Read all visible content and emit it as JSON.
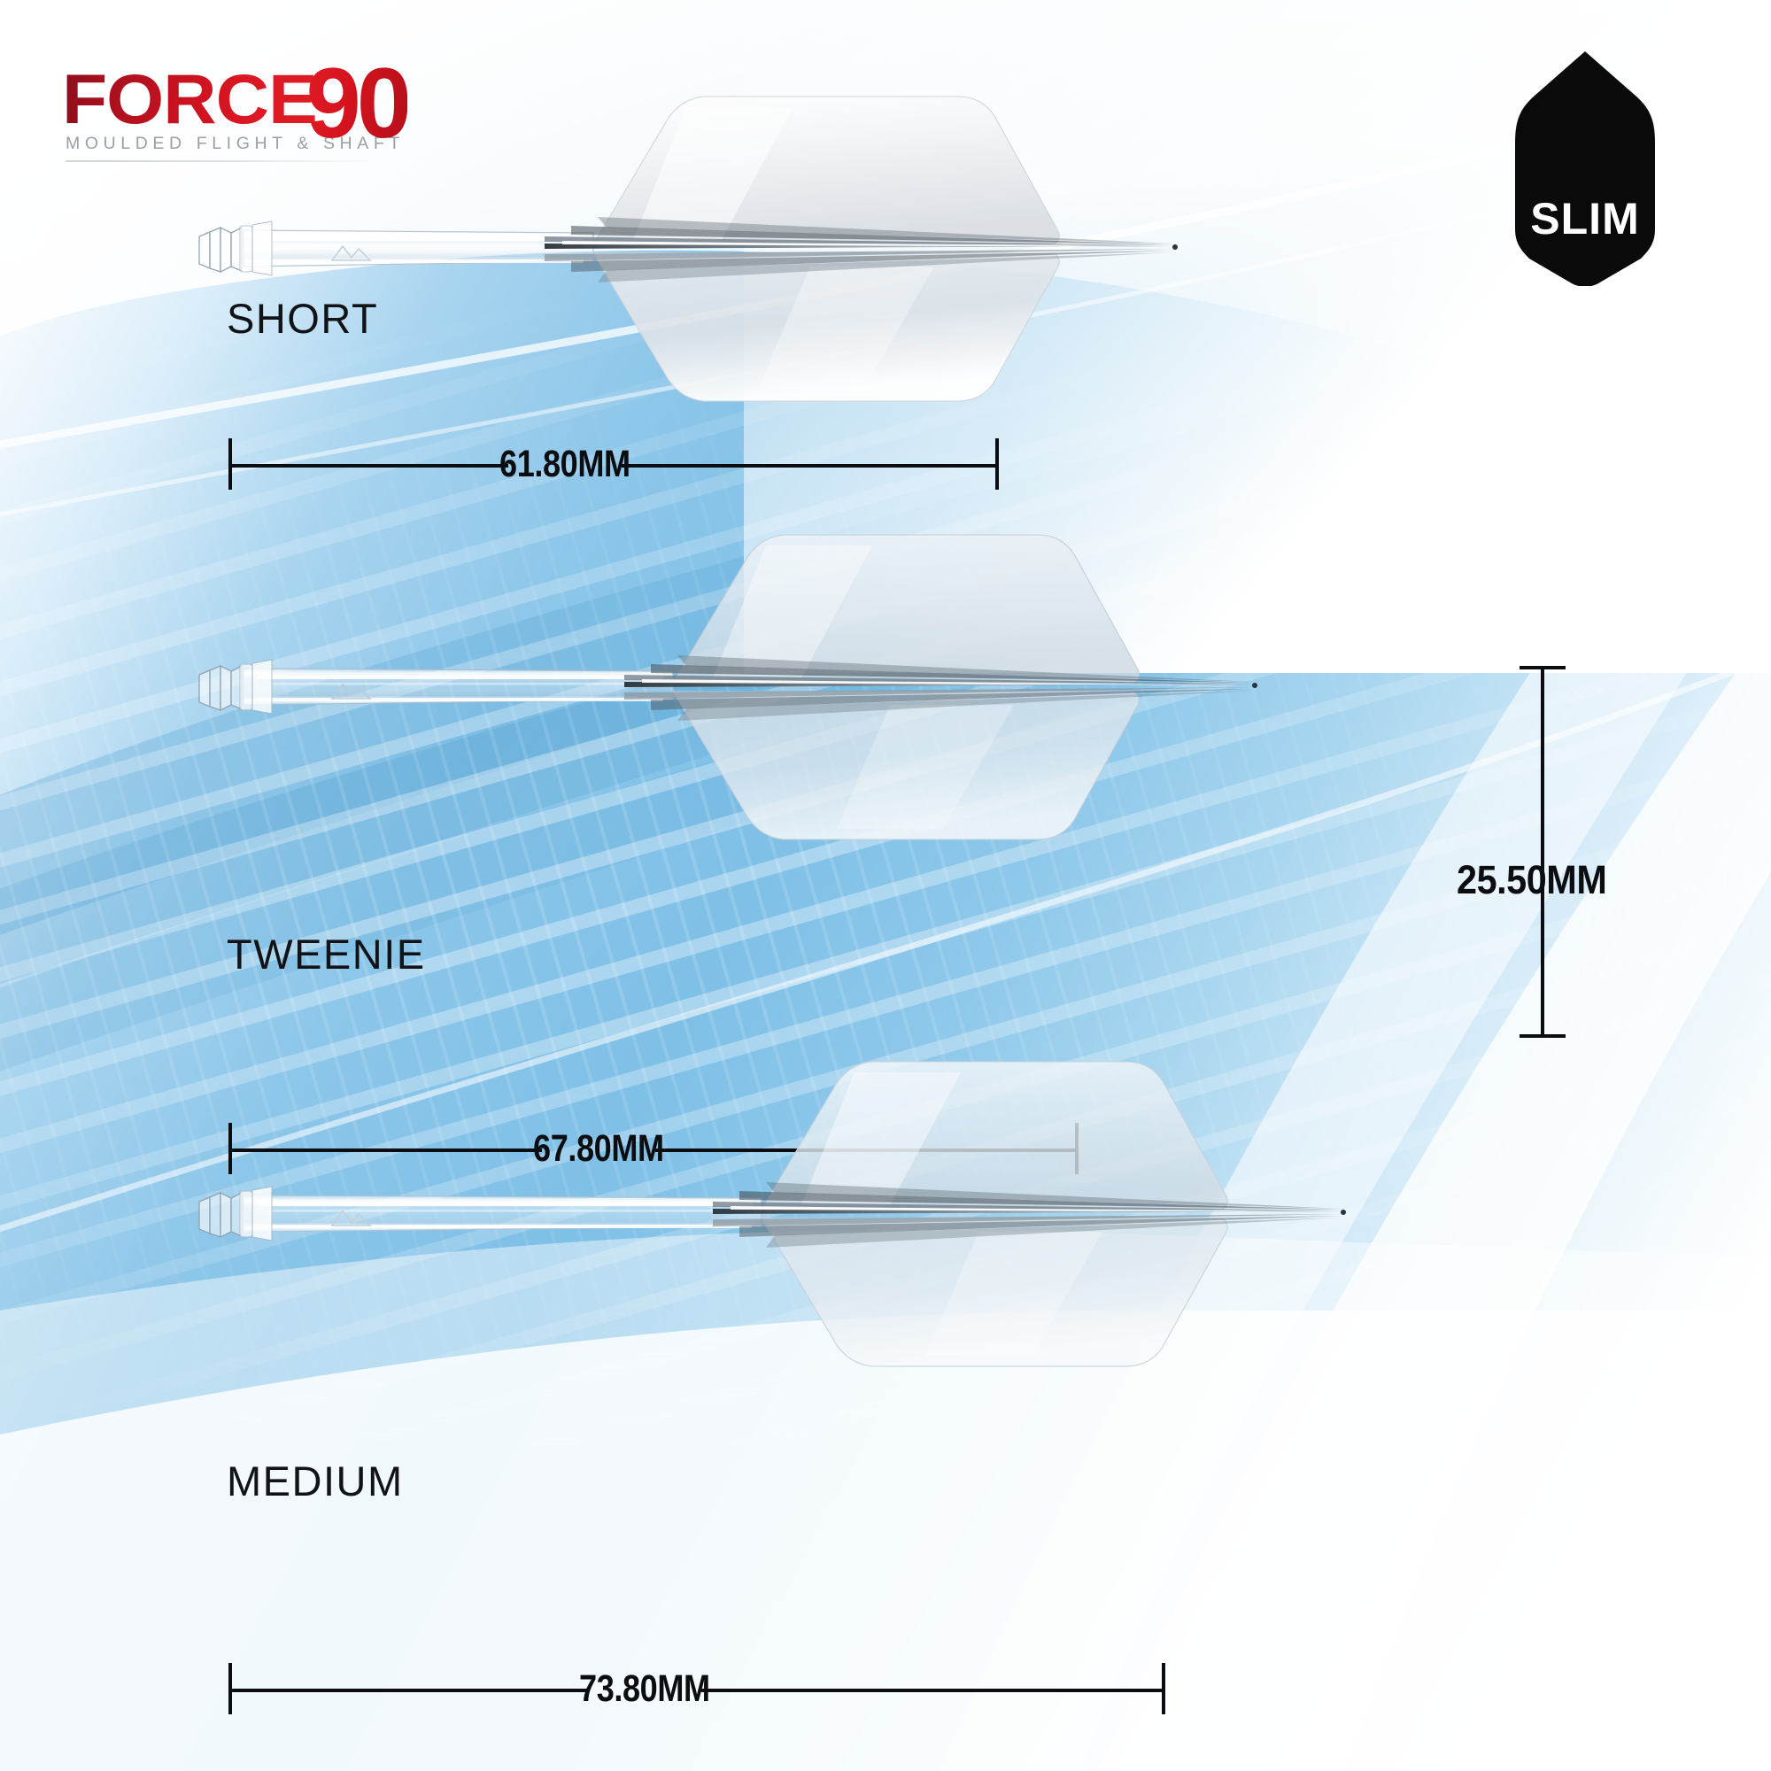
{
  "brand": {
    "name_part1": "FORCE",
    "name_part2": "90",
    "tagline": "MOULDED FLIGHT & SHAFT",
    "accent_color": "#c8121f",
    "accent_color_light": "#e11b24",
    "tagline_color": "#9aa0a5"
  },
  "flight_shape_badge": {
    "label": "SLIM",
    "icon": "dart-flight-slim-icon",
    "fill_color": "#0a0a0a",
    "text_color": "#ffffff"
  },
  "background": {
    "primary_blue": "#7fc0e7",
    "deep_blue": "#5aa8d8",
    "white": "#ffffff",
    "pattern": "diagonal-dash-texture"
  },
  "products": [
    {
      "size_label": "SHORT",
      "length": "61.80MM",
      "shaft_material": "clear-polycarbonate",
      "flight_shape": "slim"
    },
    {
      "size_label": "TWEENIE",
      "length": "67.80MM",
      "shaft_material": "clear-polycarbonate",
      "flight_shape": "slim"
    },
    {
      "size_label": "MEDIUM",
      "length": "73.80MM",
      "shaft_material": "clear-polycarbonate",
      "flight_shape": "slim"
    }
  ],
  "flight_height": {
    "value": "25.50MM",
    "orientation": "vertical"
  }
}
